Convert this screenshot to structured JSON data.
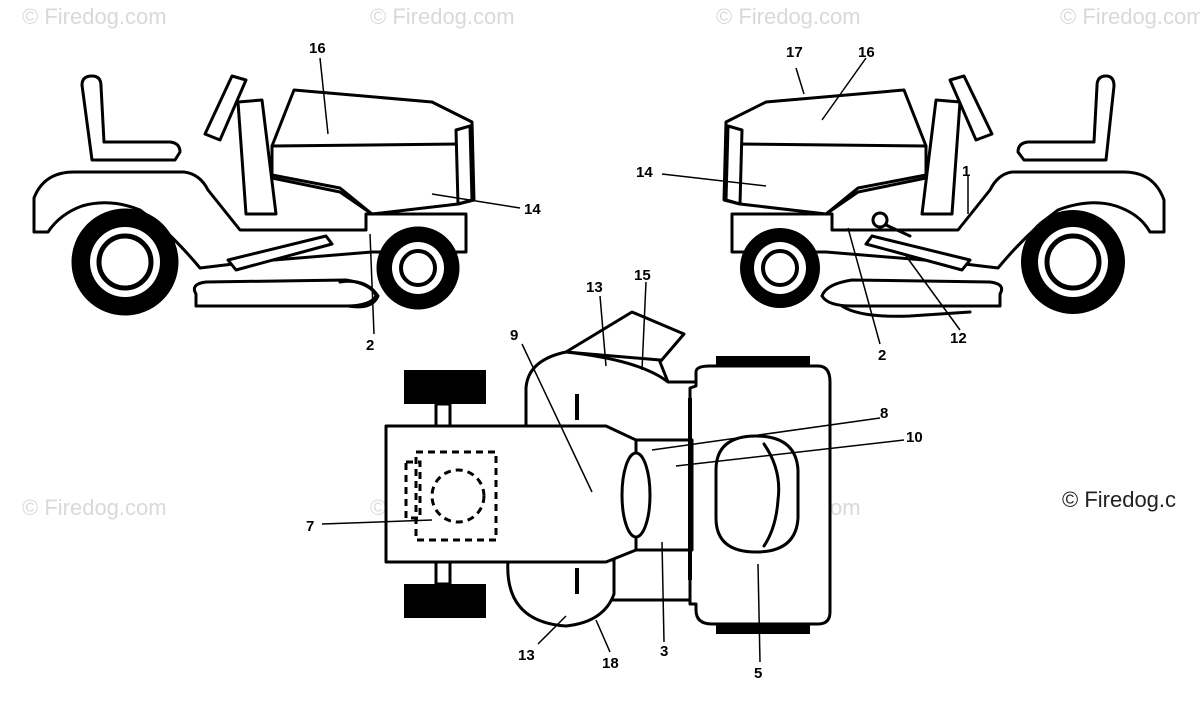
{
  "watermark": {
    "text": "© Firedog.com",
    "main_text": "© Firedog.c"
  },
  "callouts": [
    {
      "id": "label-16-left",
      "text": "16"
    },
    {
      "id": "label-14-left",
      "text": "14"
    },
    {
      "id": "label-2-left",
      "text": "2"
    },
    {
      "id": "label-17",
      "text": "17"
    },
    {
      "id": "label-16-right",
      "text": "16"
    },
    {
      "id": "label-14-right",
      "text": "14"
    },
    {
      "id": "label-1",
      "text": "1"
    },
    {
      "id": "label-2-right",
      "text": "2"
    },
    {
      "id": "label-12",
      "text": "12"
    },
    {
      "id": "label-13-top",
      "text": "13"
    },
    {
      "id": "label-15",
      "text": "15"
    },
    {
      "id": "label-9",
      "text": "9"
    },
    {
      "id": "label-8",
      "text": "8"
    },
    {
      "id": "label-10",
      "text": "10"
    },
    {
      "id": "label-7",
      "text": "7"
    },
    {
      "id": "label-13-bottom",
      "text": "13"
    },
    {
      "id": "label-18",
      "text": "18"
    },
    {
      "id": "label-3",
      "text": "3"
    },
    {
      "id": "label-5",
      "text": "5"
    }
  ]
}
